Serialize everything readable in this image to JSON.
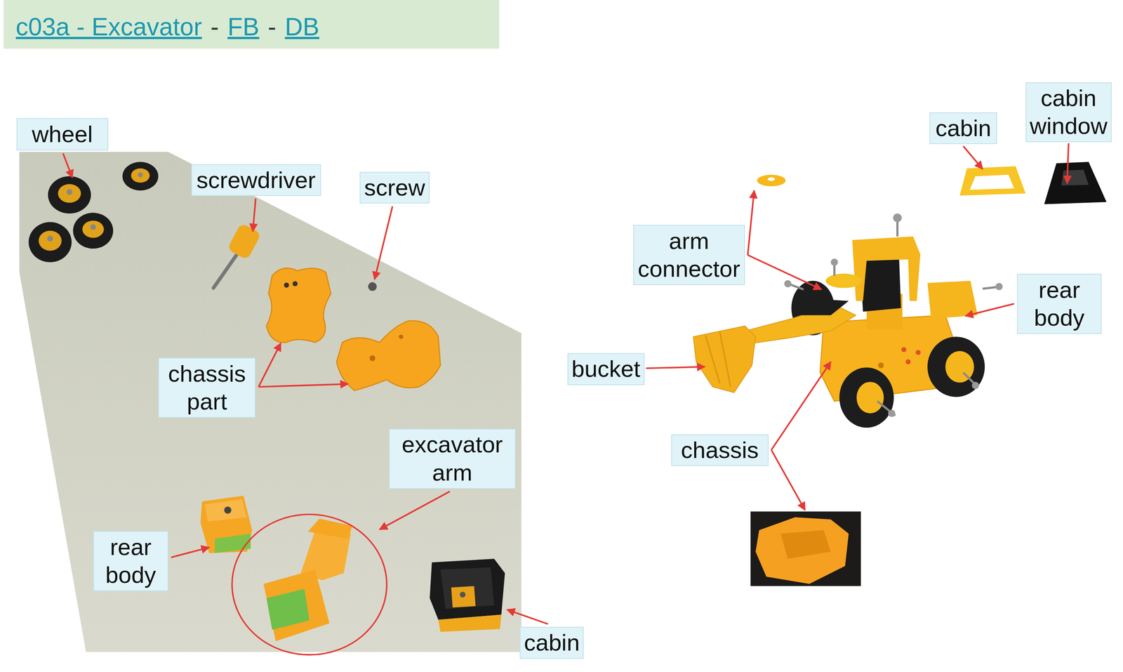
{
  "diagram": {
    "title": "c03a - Excavator",
    "nodes": [
      {
        "text": [
          "cabin window"
        ]
      },
      {
        "text": [
          "cabin"
        ]
      },
      {
        "text": [
          "wheel"
        ]
      },
      {
        "text": [
          "screwdriver"
        ]
      },
      {
        "text": [
          "screw"
        ]
      },
      {
        "text": [
          "arm connector"
        ]
      },
      {
        "text": [
          "rear body"
        ]
      },
      {
        "text": [
          "bucket"
        ]
      },
      {
        "text": [
          "chassis part"
        ]
      },
      {
        "text": [
          "excavator arm"
        ]
      },
      {
        "text": [
          "chassis"
        ]
      },
      {
        "text": [
          "rear body"
        ]
      },
      {
        "text": [
          "cabin"
        ]
      }
    ],
    "labels": [
      "-",
      "FB",
      "-",
      "DB"
    ]
  }
}
